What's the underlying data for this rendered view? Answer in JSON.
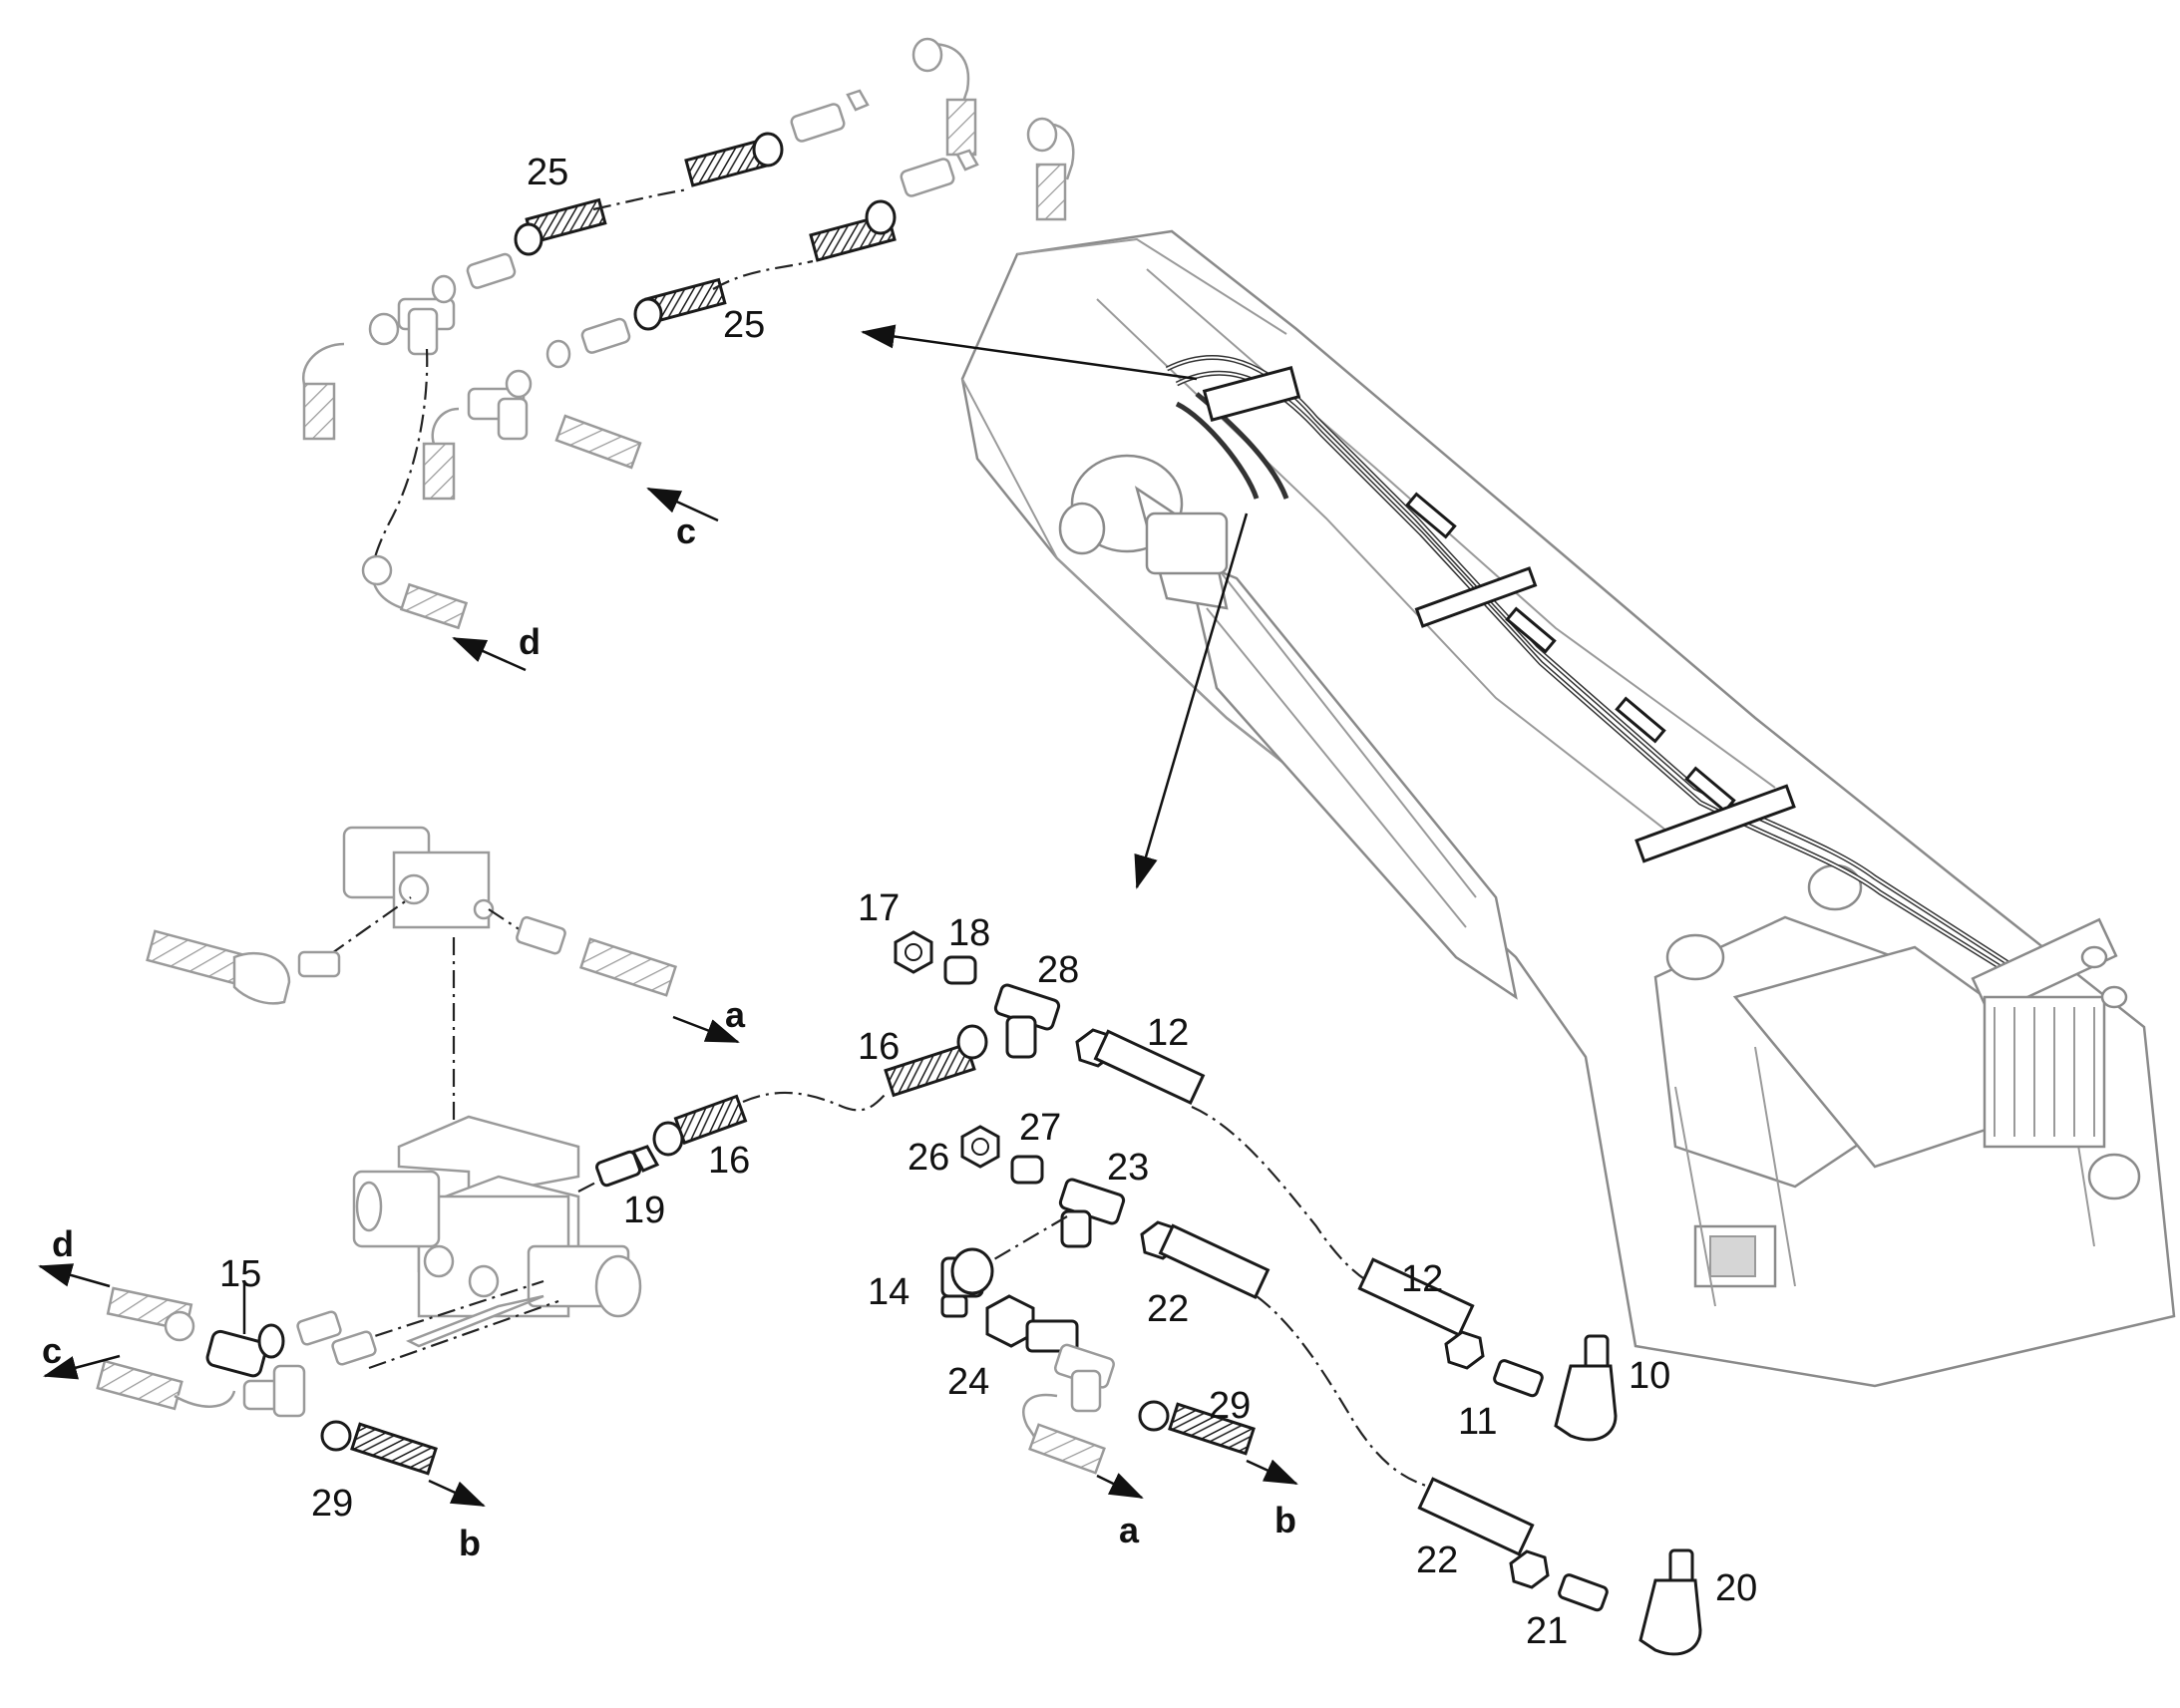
{
  "callouts": {
    "c25a": "25",
    "c25b": "25",
    "c17": "17",
    "c18": "18",
    "c28": "28",
    "c16a": "16",
    "c12a": "12",
    "c16b": "16",
    "c19": "19",
    "c26": "26",
    "c27": "27",
    "c23": "23",
    "c15": "15",
    "c14": "14",
    "c22a": "22",
    "c12b": "12",
    "c24": "24",
    "c29a": "29",
    "c29b": "29",
    "c11": "11",
    "c10": "10",
    "c22b": "22",
    "c21": "21",
    "c20": "20"
  },
  "flow_labels": {
    "d_top": "d",
    "c_top": "c",
    "a_mid": "a",
    "d_left": "d",
    "c_left": "c",
    "b_left": "b",
    "a_bottom": "a",
    "b_bottom": "b"
  },
  "colors": {
    "line": "#1a1a1a",
    "ghost_line": "#9a9a9a",
    "background": "#ffffff"
  }
}
